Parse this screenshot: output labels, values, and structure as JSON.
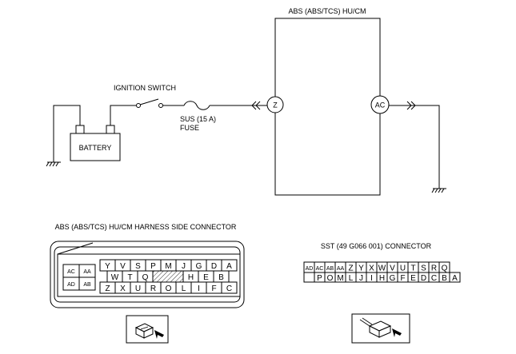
{
  "schematic": {
    "module_label": "ABS (ABS/TCS) HU/CM",
    "ignition_switch_label": "IGNITION SWITCH",
    "fuse_label_line1": "SUS (15 A)",
    "fuse_label_line2": "FUSE",
    "battery_label": "BATTERY",
    "terminal_z": "Z",
    "terminal_ac": "AC"
  },
  "harness_connector": {
    "title": "ABS (ABS/TCS) HU/CM HARNESS SIDE CONNECTOR",
    "left_block": [
      [
        "AC",
        "AA"
      ],
      [
        "AD",
        "AB"
      ]
    ],
    "row1": [
      "Y",
      "V",
      "S",
      "P",
      "M",
      "J",
      "G",
      "D",
      "A"
    ],
    "row2": [
      "W",
      "T",
      "Q",
      "",
      "H",
      "E",
      "B"
    ],
    "row3": [
      "Z",
      "X",
      "U",
      "R",
      "O",
      "L",
      "I",
      "F",
      "C"
    ]
  },
  "sst_connector": {
    "title": "SST (49 G066 001) CONNECTOR",
    "row1": [
      "AD",
      "AC",
      "AB",
      "AA",
      "Z",
      "Y",
      "X",
      "W",
      "V",
      "U",
      "T",
      "S",
      "R",
      "Q"
    ],
    "row2": [
      "",
      "P",
      "O",
      "M",
      "L",
      "J",
      "I",
      "H",
      "G",
      "F",
      "E",
      "D",
      "C",
      "B",
      "A"
    ]
  }
}
